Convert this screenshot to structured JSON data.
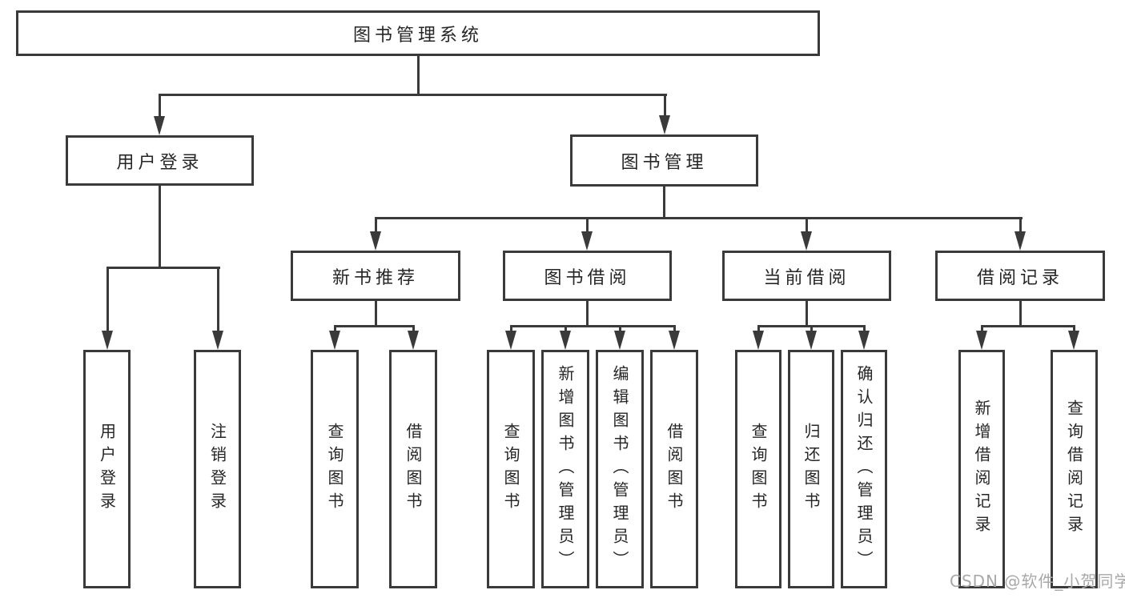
{
  "diagram": {
    "root": {
      "label": "图书管理系统"
    },
    "user_login": {
      "label": "用户登录",
      "children": [
        {
          "label": "用户登录"
        },
        {
          "label": "注销登录"
        }
      ]
    },
    "book_mgmt": {
      "label": "图书管理",
      "sections": [
        {
          "label": "新书推荐",
          "children": [
            {
              "label": "查询图书"
            },
            {
              "label": "借阅图书"
            }
          ]
        },
        {
          "label": "图书借阅",
          "children": [
            {
              "label": "查询图书"
            },
            {
              "label": "新增图书（管理员）"
            },
            {
              "label": "编辑图书（管理员）"
            },
            {
              "label": "借阅图书"
            }
          ]
        },
        {
          "label": "当前借阅",
          "children": [
            {
              "label": "查询图书"
            },
            {
              "label": "归还图书"
            },
            {
              "label": "确认归还（管理员）"
            }
          ]
        },
        {
          "label": "借阅记录",
          "children": [
            {
              "label": "新增借阅记录"
            },
            {
              "label": "查询借阅记录"
            }
          ]
        }
      ]
    }
  },
  "watermark": {
    "text": "CSDN @软件_小贺同学"
  },
  "colors": {
    "line": "#3a3a3a",
    "text": "#262626",
    "watermark": "#a8a8a8",
    "background": "#ffffff"
  }
}
